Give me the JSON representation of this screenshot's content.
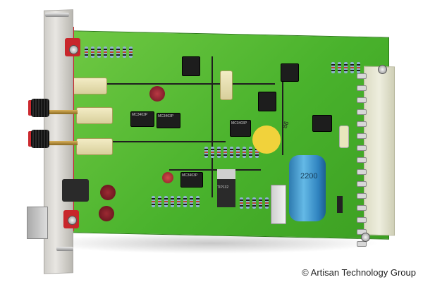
{
  "image": {
    "subject": "Circuit board module with front panel",
    "watermark": "© Artisan Technology Group"
  },
  "components": {
    "capacitor_label": "2200",
    "chip_labels": [
      "MC3403P",
      "MC3403P",
      "MC3403P",
      "MC3403P"
    ],
    "regulator_label": "TIP132",
    "logo_text": "86"
  },
  "colors": {
    "pcb_green": "#4fb52f",
    "front_panel_red": "#c8262b",
    "capacitor_blue": "#3f95cf",
    "connector_beige": "#e4e4cf"
  }
}
